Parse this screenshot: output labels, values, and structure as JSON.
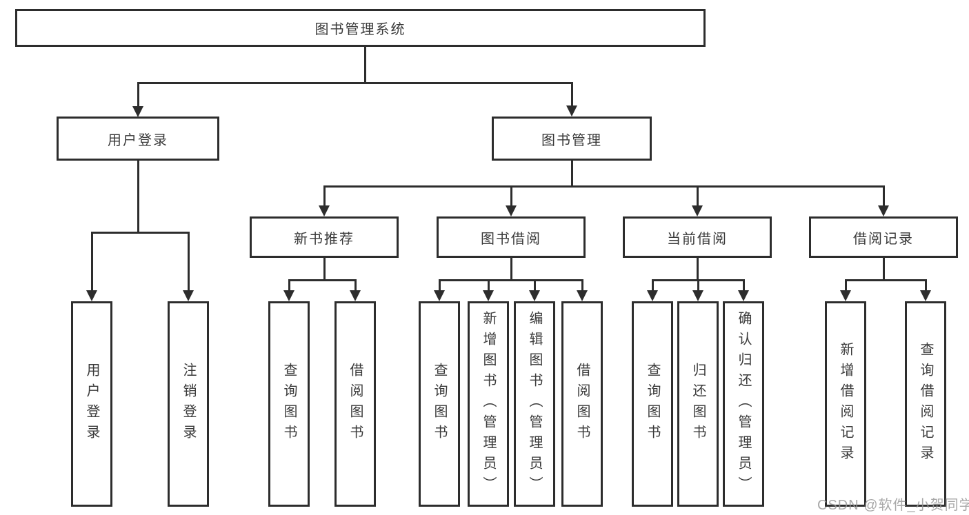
{
  "tree": {
    "root": {
      "label": "图书管理系统"
    },
    "children": [
      {
        "label": "用户登录",
        "children": [
          {
            "label": "用户登录"
          },
          {
            "label": "注销登录"
          }
        ]
      },
      {
        "label": "图书管理",
        "children": [
          {
            "label": "新书推荐",
            "children": [
              {
                "label": "查询图书"
              },
              {
                "label": "借阅图书"
              }
            ]
          },
          {
            "label": "图书借阅",
            "children": [
              {
                "label": "查询图书"
              },
              {
                "label": "新增图书（管理员）"
              },
              {
                "label": "编辑图书（管理员）"
              },
              {
                "label": "借阅图书"
              }
            ]
          },
          {
            "label": "当前借阅",
            "children": [
              {
                "label": "查询图书"
              },
              {
                "label": "归还图书"
              },
              {
                "label": "确认归还（管理员）"
              }
            ]
          },
          {
            "label": "借阅记录",
            "children": [
              {
                "label": "新增借阅记录"
              },
              {
                "label": "查询借阅记录"
              }
            ]
          }
        ]
      }
    ]
  },
  "watermark": "CSDN @软件_小贺同学",
  "colors": {
    "line": "#2d2d2d",
    "box_border": "#2d2d2d",
    "text": "#3a3a3a",
    "watermark": "#9a9a9a",
    "background": "#ffffff"
  }
}
